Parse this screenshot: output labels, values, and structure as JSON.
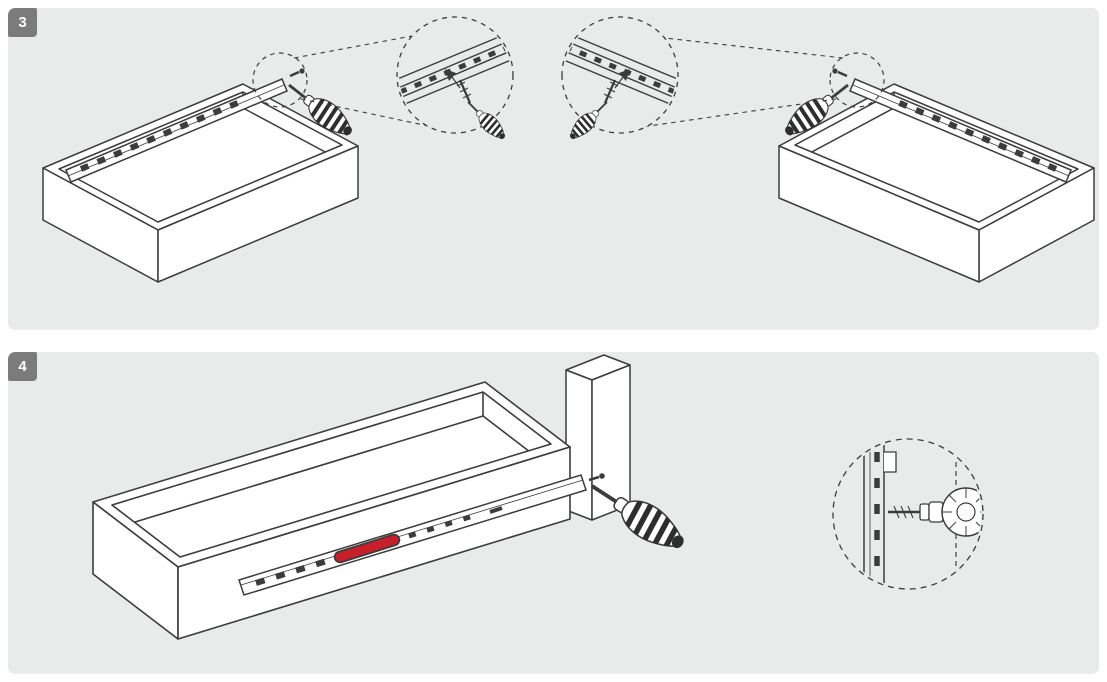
{
  "steps": [
    {
      "number": "3",
      "illustrations": [
        "drawer-with-slide-left",
        "screw-detail-zoom-left",
        "screw-detail-zoom-right",
        "drawer-with-slide-right"
      ]
    },
    {
      "number": "4",
      "illustrations": [
        "drawer-with-slide-extended",
        "knob-screw-detail-zoom"
      ]
    }
  ],
  "colors": {
    "page_background": "#ffffff",
    "panel_background": "#e9eaea",
    "badge_background": "#7b7b7b",
    "badge_text": "#ffffff",
    "line_art": "#3c3c3c",
    "accent_red": "#c8202a"
  }
}
